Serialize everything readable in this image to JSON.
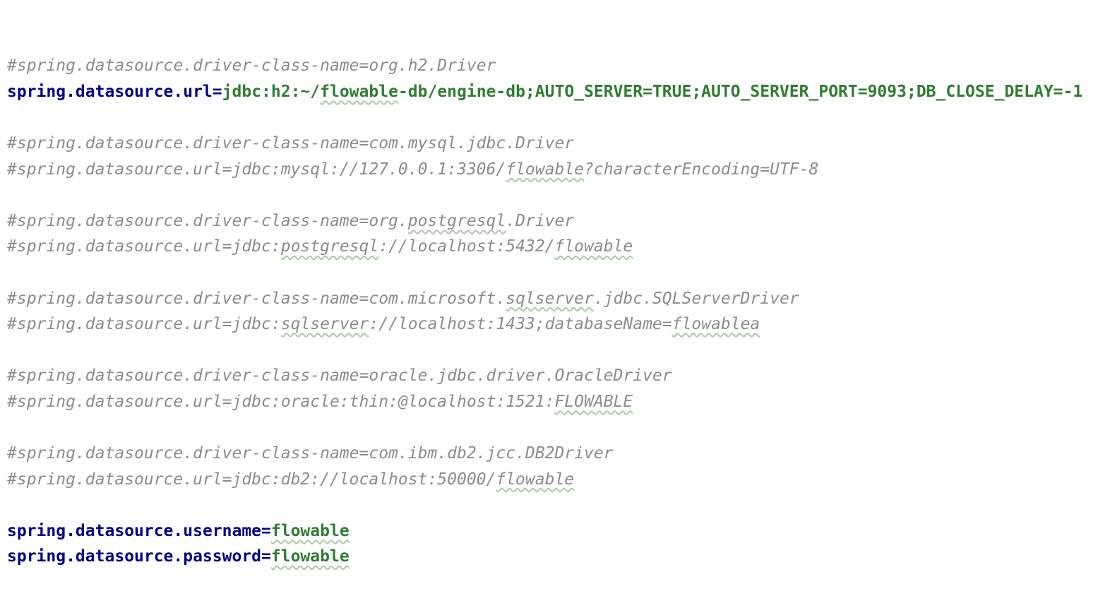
{
  "editor": {
    "file_type": "spring-properties-config",
    "colors": {
      "background": "#ffffff",
      "comment": "#8c8c8c",
      "key": "#00008b",
      "separator": "#00008b",
      "value": "#2f7d31",
      "squiggle": "#a8cba3"
    },
    "lines": [
      {
        "tokens": [
          {
            "t": "#spring.datasource.driver-class-name=org.h2.Driver",
            "c": "comment"
          }
        ]
      },
      {
        "tokens": [
          {
            "t": "spring.datasource.url",
            "c": "key"
          },
          {
            "t": "=",
            "c": "sep"
          },
          {
            "t": "jdbc:h2:~/",
            "c": "value"
          },
          {
            "t": "flowable",
            "c": "value",
            "sq": true
          },
          {
            "t": "-db/engine-db;AUTO_SERVER=TRUE;AUTO_SERVER_PORT=9093;DB_CLOSE_DELAY=-1",
            "c": "value"
          }
        ]
      },
      {
        "tokens": []
      },
      {
        "tokens": [
          {
            "t": "#spring.datasource.driver-class-name=com.mysql.jdbc.Driver",
            "c": "comment"
          }
        ]
      },
      {
        "tokens": [
          {
            "t": "#spring.datasource.url=jdbc:mysql://127.0.0.1:3306/",
            "c": "comment"
          },
          {
            "t": "flowable",
            "c": "comment",
            "sq": true
          },
          {
            "t": "?characterEncoding=UTF-8",
            "c": "comment"
          }
        ]
      },
      {
        "tokens": []
      },
      {
        "tokens": [
          {
            "t": "#spring.datasource.driver-class-name=org.",
            "c": "comment"
          },
          {
            "t": "postgresql",
            "c": "comment",
            "sq": true
          },
          {
            "t": ".Driver",
            "c": "comment"
          }
        ]
      },
      {
        "tokens": [
          {
            "t": "#spring.datasource.url=jdbc:",
            "c": "comment"
          },
          {
            "t": "postgresql",
            "c": "comment",
            "sq": true
          },
          {
            "t": "://localhost:5432/",
            "c": "comment"
          },
          {
            "t": "flowable",
            "c": "comment",
            "sq": true
          }
        ]
      },
      {
        "tokens": []
      },
      {
        "tokens": [
          {
            "t": "#spring.datasource.driver-class-name=com.microsoft.",
            "c": "comment"
          },
          {
            "t": "sqlserver",
            "c": "comment",
            "sq": true
          },
          {
            "t": ".jdbc.SQLServerDriver",
            "c": "comment"
          }
        ]
      },
      {
        "tokens": [
          {
            "t": "#spring.datasource.url=jdbc:",
            "c": "comment"
          },
          {
            "t": "sqlserver",
            "c": "comment",
            "sq": true
          },
          {
            "t": "://localhost:1433;databaseName=",
            "c": "comment"
          },
          {
            "t": "flowablea",
            "c": "comment",
            "sq": true
          }
        ]
      },
      {
        "tokens": []
      },
      {
        "tokens": [
          {
            "t": "#spring.datasource.driver-class-name=oracle.jdbc.driver.OracleDriver",
            "c": "comment"
          }
        ]
      },
      {
        "tokens": [
          {
            "t": "#spring.datasource.url=jdbc:oracle:thin:@localhost:1521:",
            "c": "comment"
          },
          {
            "t": "FLOWABLE",
            "c": "comment",
            "sq": true
          }
        ]
      },
      {
        "tokens": []
      },
      {
        "tokens": [
          {
            "t": "#spring.datasource.driver-class-name=com.ibm.db2.jcc.DB2Driver",
            "c": "comment"
          }
        ]
      },
      {
        "tokens": [
          {
            "t": "#spring.datasource.url=jdbc:db2://localhost:50000/",
            "c": "comment"
          },
          {
            "t": "flowable",
            "c": "comment",
            "sq": true
          }
        ]
      },
      {
        "tokens": []
      },
      {
        "tokens": [
          {
            "t": "spring.datasource.username",
            "c": "key"
          },
          {
            "t": "=",
            "c": "sep"
          },
          {
            "t": "flowable",
            "c": "value",
            "sq": true
          }
        ]
      },
      {
        "tokens": [
          {
            "t": "spring.datasource.password",
            "c": "key"
          },
          {
            "t": "=",
            "c": "sep"
          },
          {
            "t": "flowable",
            "c": "value",
            "sq": true
          }
        ]
      }
    ]
  }
}
